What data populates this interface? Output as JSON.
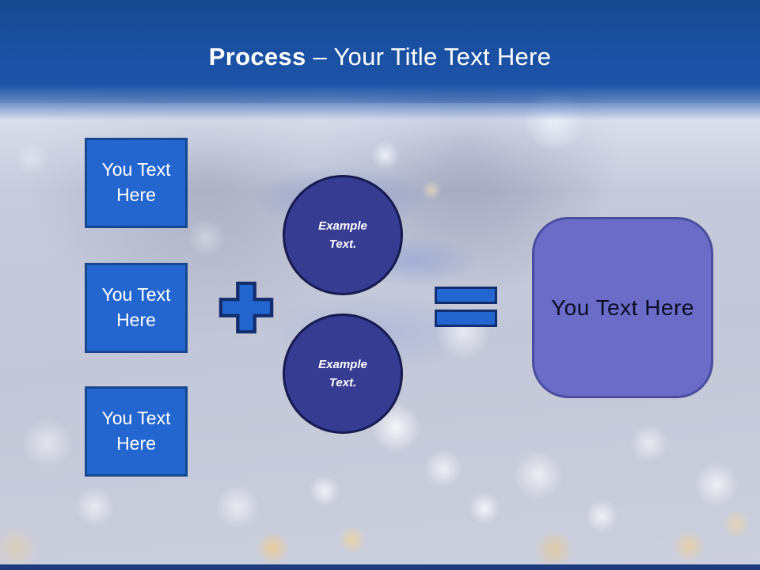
{
  "slide": {
    "title": {
      "bold": "Process",
      "rest": "– Your Title Text Here"
    },
    "left_boxes": [
      {
        "label": "You Text Here"
      },
      {
        "label": "You Text Here"
      },
      {
        "label": "You Text Here"
      }
    ],
    "operators": {
      "plus": "plus-sign",
      "equals": "equals-sign"
    },
    "circles": [
      {
        "label": "Example Text."
      },
      {
        "label": "Example Text."
      }
    ],
    "result_box": {
      "label": "You Text Here"
    },
    "colors": {
      "header_blue": "#1a50a2",
      "shape_blue_fill": "#2366d0",
      "shape_blue_border": "#17478f",
      "operator_border": "#132e6e",
      "circle_fill": "#373c93",
      "circle_border": "#161a4e",
      "result_fill": "#6b6cc7",
      "result_border": "#4a4c9d",
      "result_text": "#0c0c24",
      "title_text": "#ffffff",
      "bottom_strip": "#1c3a7c"
    }
  }
}
